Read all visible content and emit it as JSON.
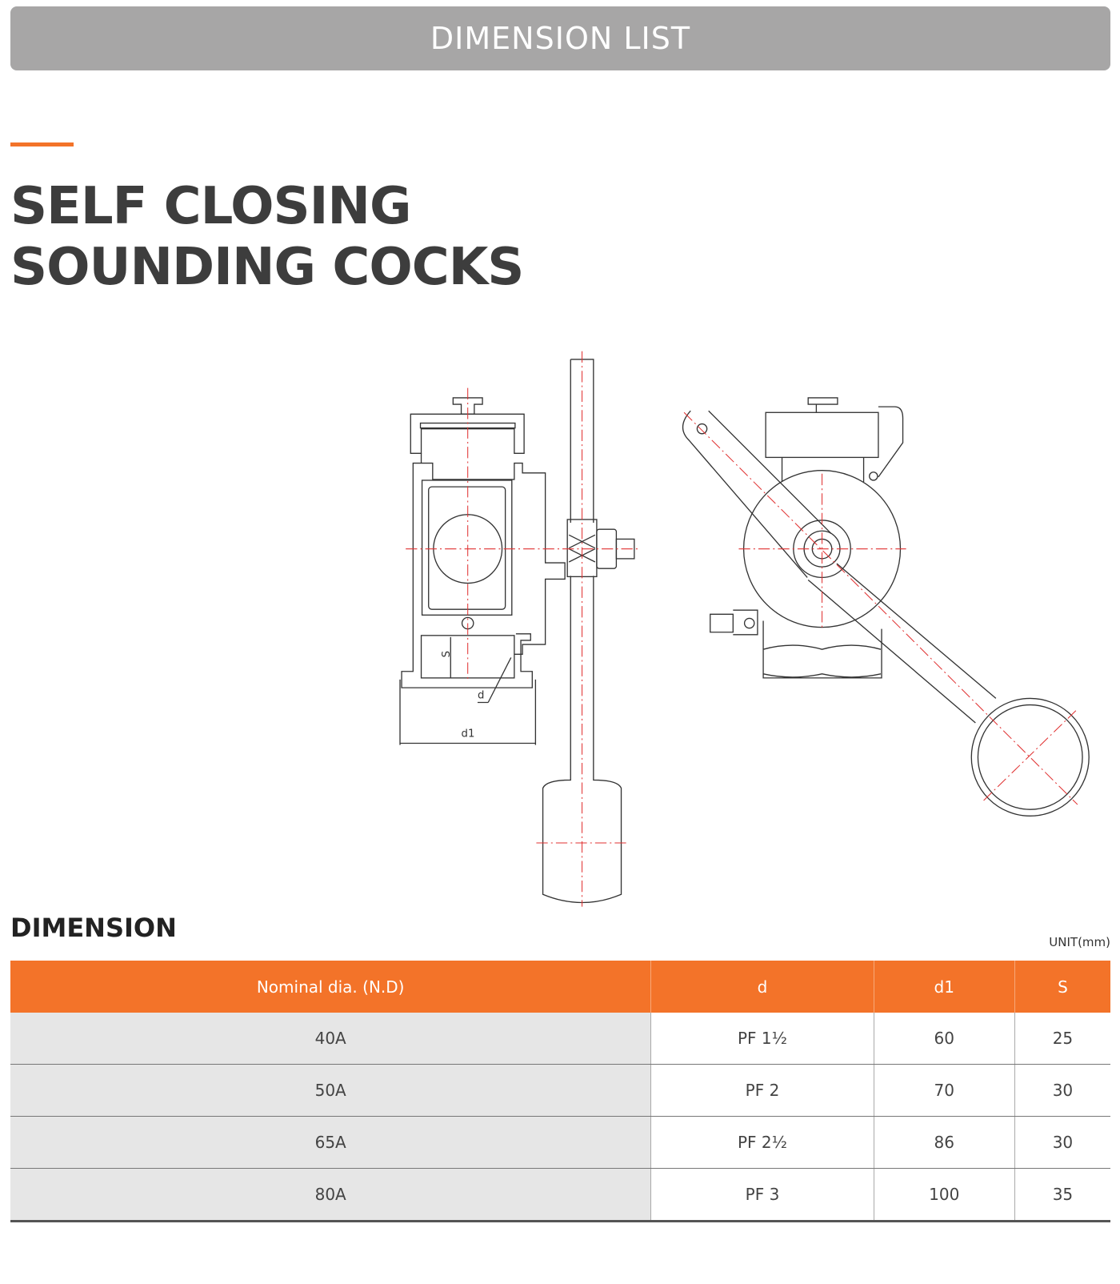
{
  "header": {
    "title": "DIMENSION LIST"
  },
  "product": {
    "title_line1": "SELF CLOSING",
    "title_line2": "SOUNDING COCKS"
  },
  "drawing": {
    "label_s": "S",
    "label_d": "d",
    "label_d1": "d1"
  },
  "dimension": {
    "heading": "DIMENSION",
    "unit": "UNIT(mm)",
    "columns": [
      "Nominal dia. (N.D)",
      "d",
      "d1",
      "S"
    ],
    "rows": [
      [
        "40A",
        "PF 1½",
        "60",
        "25"
      ],
      [
        "50A",
        "PF 2",
        "70",
        "30"
      ],
      [
        "65A",
        "PF 2½",
        "86",
        "30"
      ],
      [
        "80A",
        "PF 3",
        "100",
        "35"
      ]
    ]
  },
  "colors": {
    "accent": "#f37329",
    "bar": "#a7a6a6"
  }
}
